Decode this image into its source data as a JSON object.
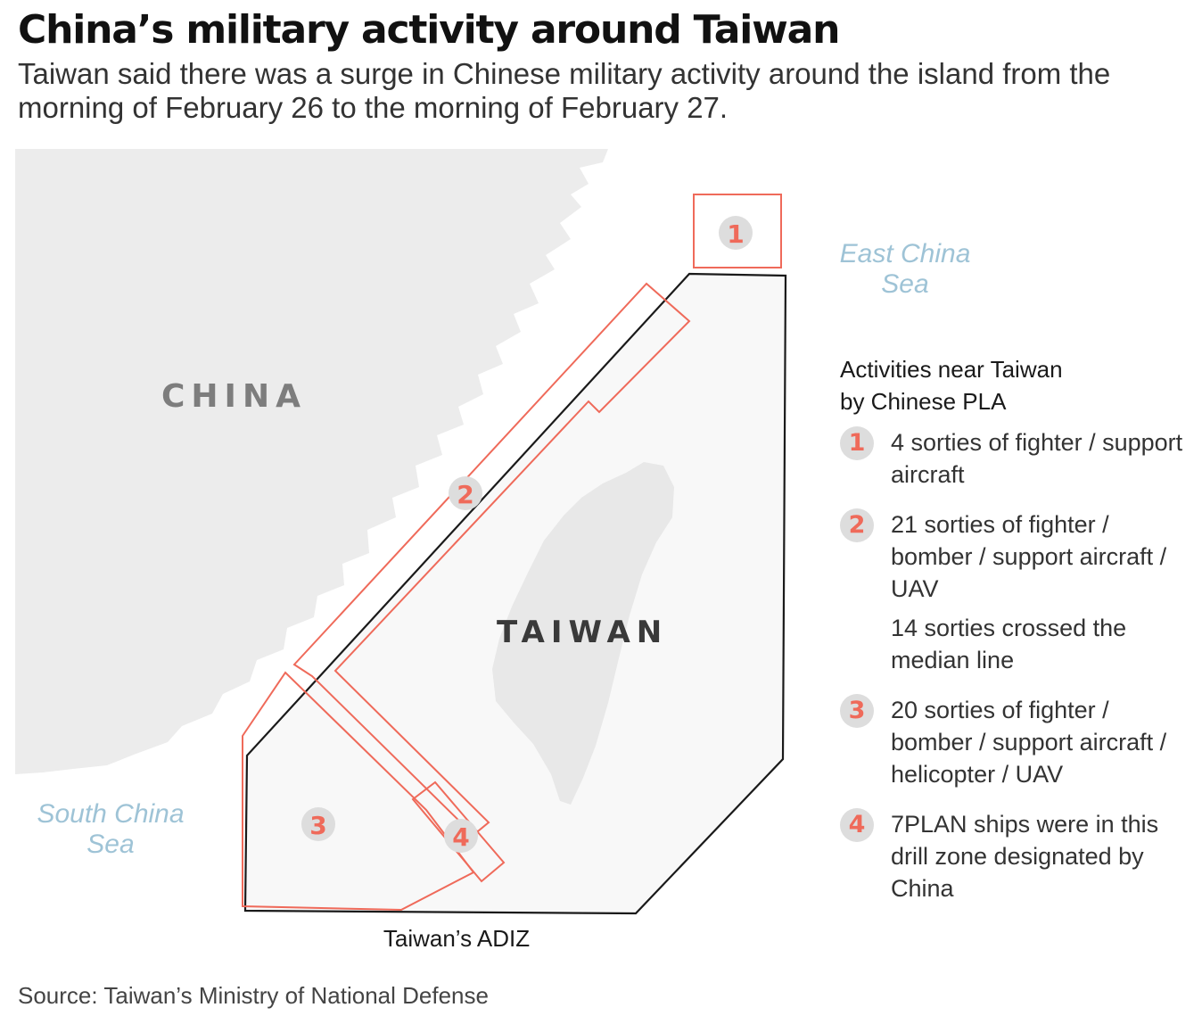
{
  "header": {
    "title": "China’s military activity around Taiwan",
    "subtitle": "Taiwan said there was a surge in Chinese military activity around the island from the morning of February 26 to the morning of February 27."
  },
  "map": {
    "labels": {
      "china": "CHINA",
      "taiwan": "TAIWAN",
      "east_china_sea_line1": "East China",
      "east_china_sea_line2": "Sea",
      "south_china_sea_line1": "South China",
      "south_china_sea_line2": "Sea",
      "adiz": "Taiwan’s ADIZ"
    },
    "zone_markers": [
      "1",
      "2",
      "3",
      "4"
    ],
    "colors": {
      "land": "#ececec",
      "adiz_fill": "#f8f8f8",
      "adiz_line": "#1a1a1a",
      "zone_line": "#ef6a5a",
      "marker_bg": "#dddddd",
      "marker_text": "#ef6a5a",
      "sea_label": "#9ec3d6"
    }
  },
  "legend": {
    "title_line1": "Activities near Taiwan",
    "title_line2": "by Chinese PLA",
    "items": [
      {
        "number": "1",
        "text": "4 sorties of fighter / support aircraft"
      },
      {
        "number": "2",
        "text": "21 sorties of fighter / bomber / support aircraft / UAV",
        "note": "14 sorties crossed the median line"
      },
      {
        "number": "3",
        "text": "20 sorties of fighter / bomber / support aircraft / helicopter / UAV"
      },
      {
        "number": "4",
        "text": "7PLAN ships were in this drill zone designated by China"
      }
    ]
  },
  "source": "Source: Taiwan’s Ministry of National Defense"
}
